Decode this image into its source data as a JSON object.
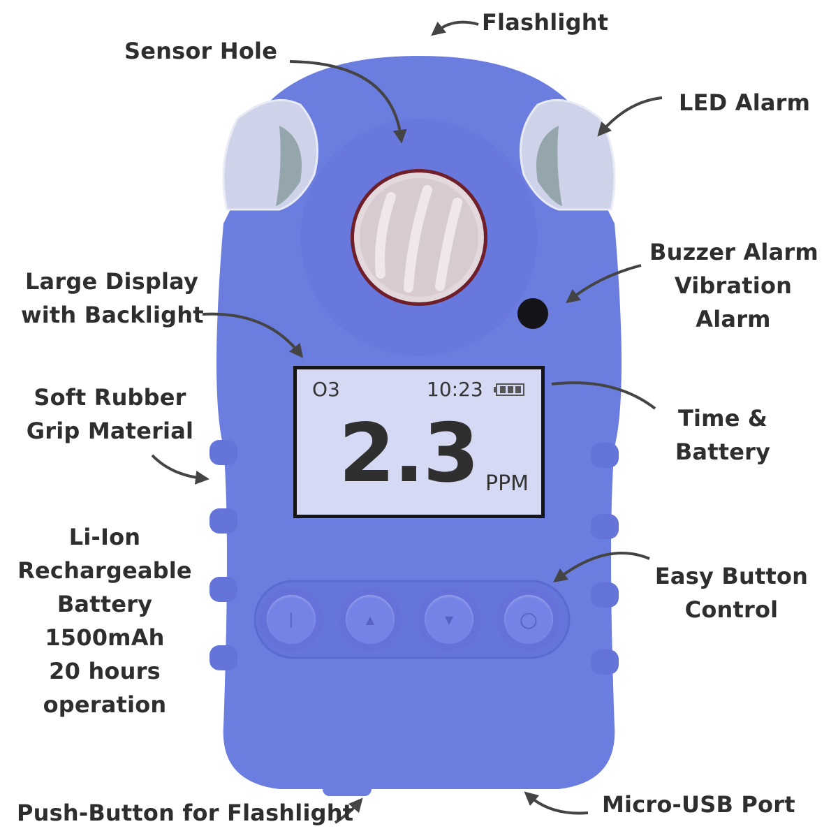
{
  "device": {
    "body_color": "#6b7ee0",
    "screen": {
      "gas": "O3",
      "time": "10:23",
      "battery_icon": "battery-full-icon",
      "reading": "2.3",
      "unit": "PPM"
    },
    "buttons": [
      {
        "symbol": "|",
        "name": "power"
      },
      {
        "symbol": "▲",
        "name": "up"
      },
      {
        "symbol": "▼",
        "name": "down"
      },
      {
        "symbol": "○",
        "name": "ok"
      }
    ]
  },
  "callouts": {
    "flashlight": "Flashlight",
    "sensor_hole": "Sensor Hole",
    "led_alarm": "LED Alarm",
    "buzzer_alarm": [
      "Buzzer Alarm",
      "Vibration",
      "Alarm"
    ],
    "large_display": [
      "Large Display",
      "with Backlight"
    ],
    "soft_rubber": [
      "Soft Rubber",
      "Grip Material"
    ],
    "time_battery": [
      "Time &",
      "Battery"
    ],
    "battery": [
      "Li-Ion",
      "Rechargeable",
      "Battery",
      "1500mAh",
      "20 hours",
      "operation"
    ],
    "easy_button": [
      "Easy Button",
      "Control"
    ],
    "push_button": "Push-Button for Flashlight",
    "micro_usb": "Micro-USB Port"
  }
}
